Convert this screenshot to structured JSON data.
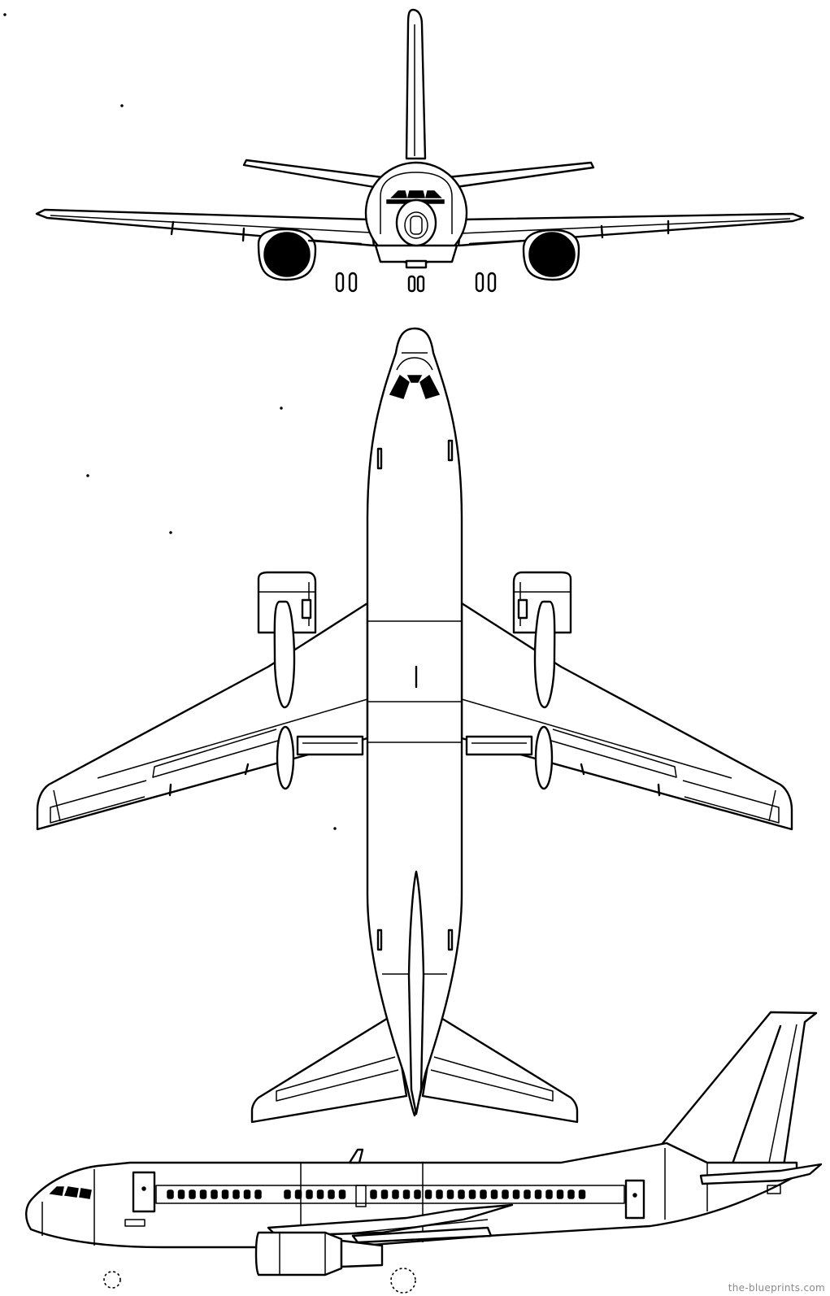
{
  "watermark": "the-blueprints.com",
  "views": [
    "front-view",
    "top-view",
    "side-view"
  ]
}
